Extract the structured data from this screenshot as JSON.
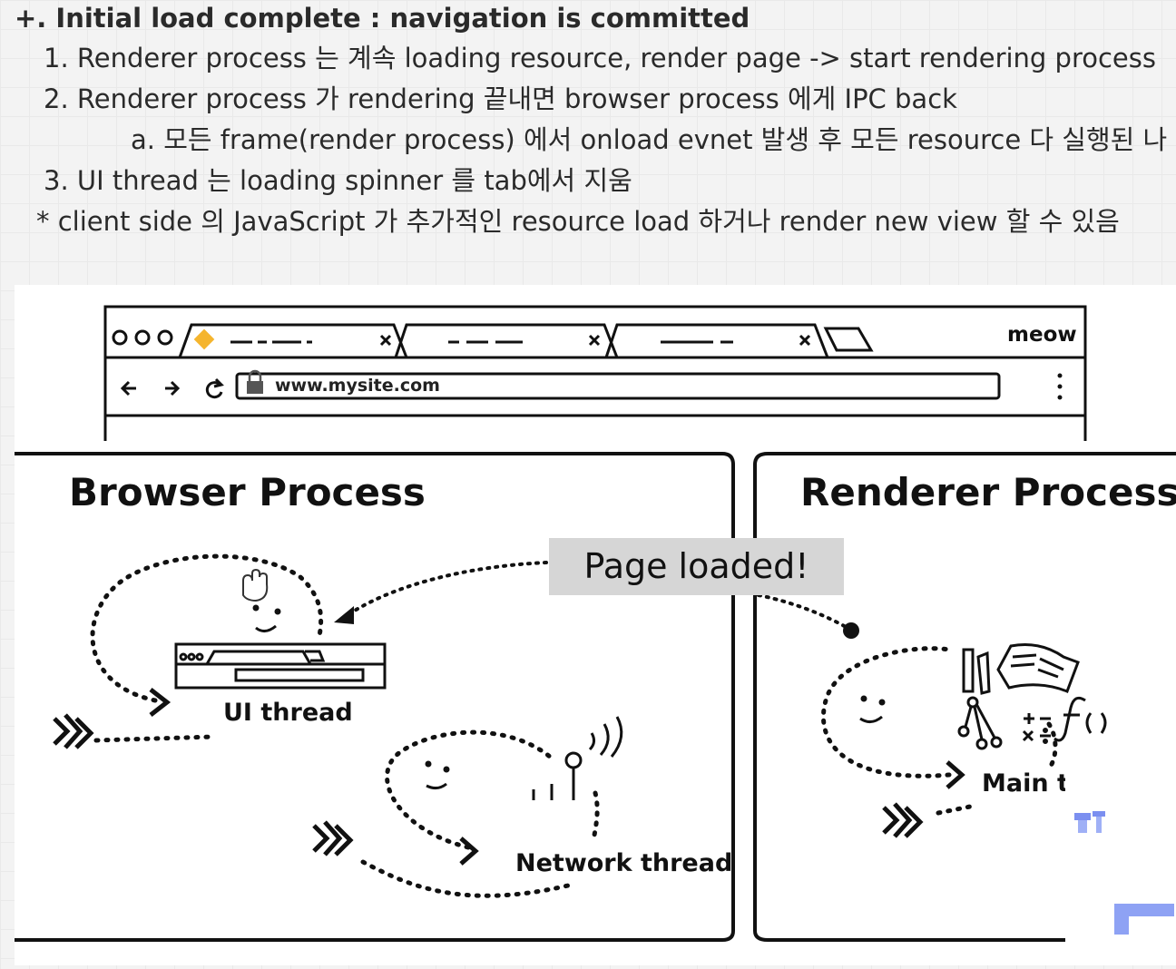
{
  "notes": {
    "title": "+. Initial load complete : navigation is committed",
    "item1": "1. Renderer process 는 계속 loading resource, render page -> start rendering process",
    "item2": "2. Renderer process 가 rendering 끝내면 browser process 에게 IPC back",
    "item2a": "a. 모든 frame(render process) 에서 onload evnet 발생 후 모든 resource 다 실행된 나",
    "item3": "3. UI thread 는 loading spinner 를 tab에서 지움",
    "footnote": "* client side 의 JavaScript 가 추가적인 resource load 하거나 render new view 할 수 있음"
  },
  "illustration": {
    "browser_url": "www.mysite.com",
    "window_label": "meow",
    "browser_process": "Browser Process",
    "renderer_process": "Renderer Process",
    "ipc_message": "Page loaded!",
    "ui_thread": "UI thread",
    "network_thread": "Network thread",
    "main_thread": "Main tl"
  },
  "colors": {
    "loading_spinner": "#f5b52e",
    "message_box": "#d6d6d6"
  }
}
